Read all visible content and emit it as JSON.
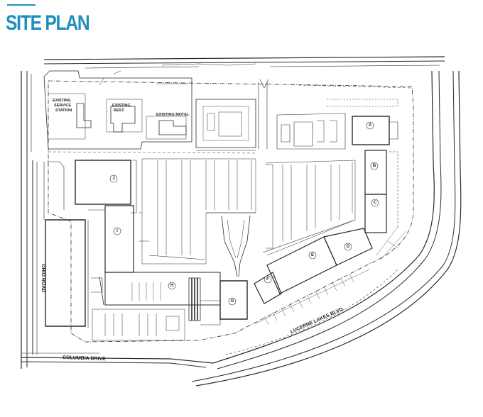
{
  "header": {
    "title": "SITE PLAN"
  },
  "labels": {
    "existing_service_station_1": "EXISTING",
    "existing_service_station_2": "SERVICE",
    "existing_service_station_3": "STATION",
    "existing_rest_1": "EXISTING",
    "existing_rest_2": "REST.",
    "existing_motel": "EXISTING MOTEL",
    "ohio_road": "OHIO ROAD",
    "columbia_drive": "COLUMBIA DRIVE",
    "lucerne_lakes_blvd": "LUCERNE LAKES BLVD."
  },
  "buildings": [
    "A",
    "B",
    "C",
    "D",
    "E",
    "F",
    "G",
    "H",
    "I",
    "J"
  ],
  "colors": {
    "title": "#1f8fbf",
    "line": "#2a2a2a"
  }
}
